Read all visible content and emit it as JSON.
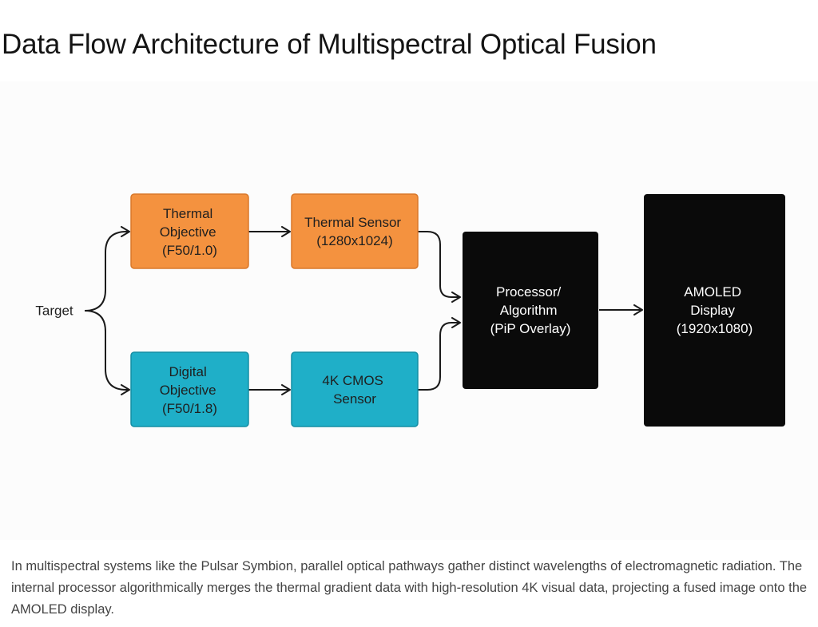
{
  "page": {
    "title": "Data Flow Architecture of Multispectral Optical Fusion",
    "caption": "In multispectral systems like the Pulsar Symbion, parallel optical pathways gather distinct wavelengths of electromagnetic radiation. The internal processor algorithmically merges the thermal gradient data with high-resolution 4K visual data, projecting a fused image onto the AMOLED display."
  },
  "diagram": {
    "source": {
      "label": "Target"
    },
    "nodes": [
      {
        "id": "thermal_objective",
        "lines": [
          "Thermal",
          "Objective",
          "(F50/1.0)"
        ],
        "color": "#F4923F"
      },
      {
        "id": "thermal_sensor",
        "lines": [
          "Thermal Sensor",
          "(1280x1024)"
        ],
        "color": "#F4923F"
      },
      {
        "id": "digital_objective",
        "lines": [
          "Digital",
          "Objective",
          "(F50/1.8)"
        ],
        "color": "#1FAFC8"
      },
      {
        "id": "cmos_sensor",
        "lines": [
          "4K CMOS",
          "Sensor"
        ],
        "color": "#1FAFC8"
      },
      {
        "id": "processor",
        "lines": [
          "Processor/",
          "Algorithm",
          "(PiP Overlay)"
        ],
        "color": "#0A0A0A"
      },
      {
        "id": "display",
        "lines": [
          "AMOLED",
          "Display",
          "(1920x1080)"
        ],
        "color": "#0A0A0A"
      }
    ],
    "edges": [
      {
        "from": "target",
        "to": "thermal_objective"
      },
      {
        "from": "target",
        "to": "digital_objective"
      },
      {
        "from": "thermal_objective",
        "to": "thermal_sensor"
      },
      {
        "from": "digital_objective",
        "to": "cmos_sensor"
      },
      {
        "from": "thermal_sensor",
        "to": "processor"
      },
      {
        "from": "cmos_sensor",
        "to": "processor"
      },
      {
        "from": "processor",
        "to": "display"
      }
    ]
  }
}
